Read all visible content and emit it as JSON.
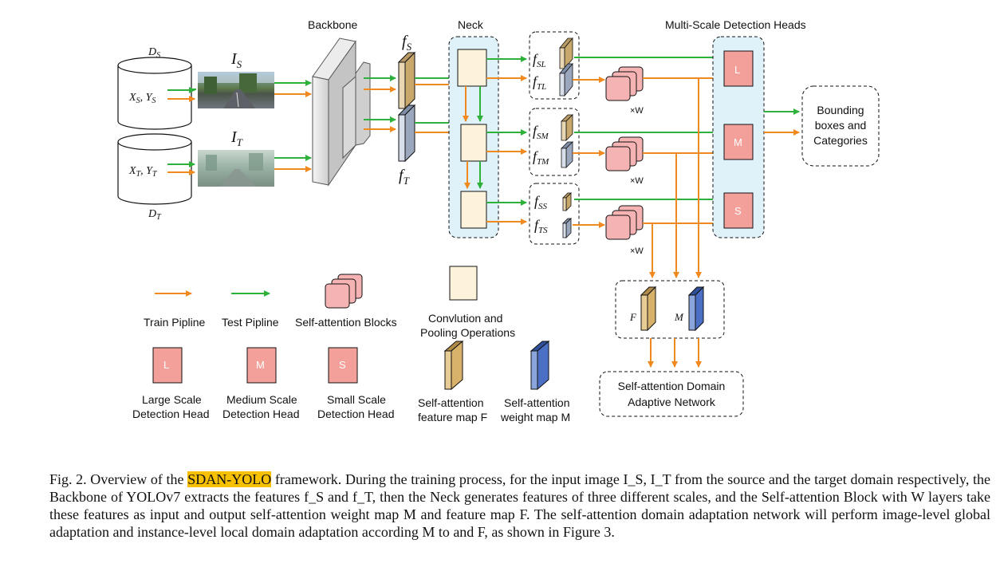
{
  "diagram": {
    "backbone_label": "Backbone",
    "neck_label": "Neck",
    "heads_label": "Multi-Scale Detection Heads",
    "source_domain": {
      "label": "D_S",
      "data": "X_S, Y_S"
    },
    "target_domain": {
      "label": "D_T",
      "data": "X_T, Y_T"
    },
    "source_image_label": "I_S",
    "target_image_label": "I_T",
    "feature_source_label": "f_S",
    "feature_target_label": "f_T",
    "neck_features": [
      "f_SL",
      "f_TL",
      "f_SM",
      "f_TM",
      "f_SS",
      "f_TS"
    ],
    "layers_label": "×W",
    "heads": [
      "L",
      "M",
      "S"
    ],
    "output_label": [
      "Bounding",
      "boxes and",
      "Categories"
    ],
    "sadan_maps": {
      "F": "F",
      "M": "M"
    },
    "sadan_label": [
      "Self-attention Domain",
      "Adaptive Network"
    ]
  },
  "legend": {
    "train": "Train Pipline",
    "test": "Test Pipline",
    "sa_blocks": "Self-attention Blocks",
    "conv": [
      "Convlution and",
      "Pooling Operations"
    ],
    "large": [
      "Large Scale",
      "Detection Head"
    ],
    "medium": [
      "Medium Scale",
      "Detection Head"
    ],
    "small": [
      "Small Scale",
      "Detection Head"
    ],
    "feat_map": [
      "Self-attention",
      "feature map F"
    ],
    "weight_map": [
      "Self-attention",
      "weight map M"
    ],
    "head_letters": [
      "L",
      "M",
      "S"
    ]
  },
  "caption": {
    "prefix": "Fig. 2.  Overview of the ",
    "highlight": "SDAN-YOLO",
    "body": " framework. During the training process, for the input image I_S, I_T from the source and the target domain respectively, the Backbone of YOLOv7 extracts the features f_S and f_T, then the Neck generates features of three different scales, and the Self-attention Block with W layers take these features as input and output self-attention weight map M and feature map F. The self-attention domain adaptation network will perform image-level global adaptation and instance-level local domain adaptation according M to and F, as shown in Figure 3."
  },
  "colors": {
    "train": "#f08a1e",
    "test": "#2fb03b",
    "head": "#f4a09a",
    "conv": "#fdf2dc",
    "sa_block": "#f5b3b3",
    "feature_tan": "#d8b16a",
    "feature_blue": "#4a6fc4",
    "panel": "#dff1f9"
  }
}
